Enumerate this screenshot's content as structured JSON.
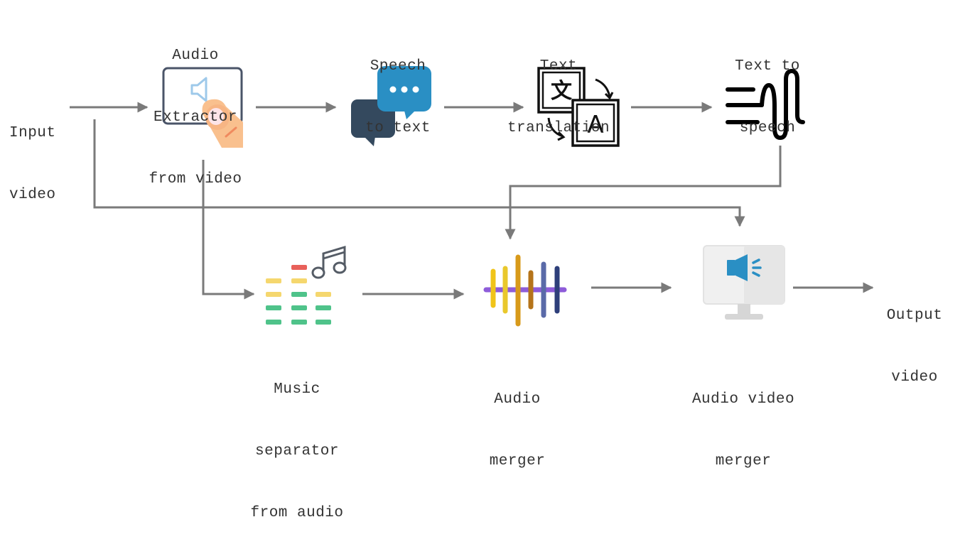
{
  "labels": {
    "input_video": [
      "Input",
      "video"
    ],
    "audio_extractor": [
      "Audio",
      "Extractor",
      "from video"
    ],
    "speech_to_text": [
      "Speech",
      "to text"
    ],
    "text_translation": [
      "Text",
      "translation"
    ],
    "text_to_speech": [
      "Text to",
      "speech"
    ],
    "music_separator": [
      "Music",
      "separator",
      "from audio"
    ],
    "audio_merger": [
      "Audio",
      "merger"
    ],
    "audio_video_merger": [
      "Audio video",
      "merger"
    ],
    "output_video": [
      "Output",
      "video"
    ]
  },
  "icons": {
    "audio_extractor": "hand-tap-audio-icon",
    "speech_to_text": "speech-bubbles-icon",
    "text_translation": "translate-icon",
    "text_to_speech": "voice-wave-icon",
    "music_separator": "equalizer-music-icon",
    "audio_merger": "sound-wave-icon",
    "audio_video_merger": "monitor-speaker-icon"
  },
  "icon_glyphs": {
    "translate_source": "文",
    "translate_target": "A"
  },
  "colors": {
    "arrow": "#7a7a7a",
    "text": "#333333",
    "bubble_blue": "#2a8fc4",
    "bubble_dark": "#34495e",
    "equalizer_green": "#4fc38a",
    "equalizer_yellow": "#f5d76e",
    "equalizer_red": "#e8605a",
    "wave_purple": "#8e5cd9"
  }
}
